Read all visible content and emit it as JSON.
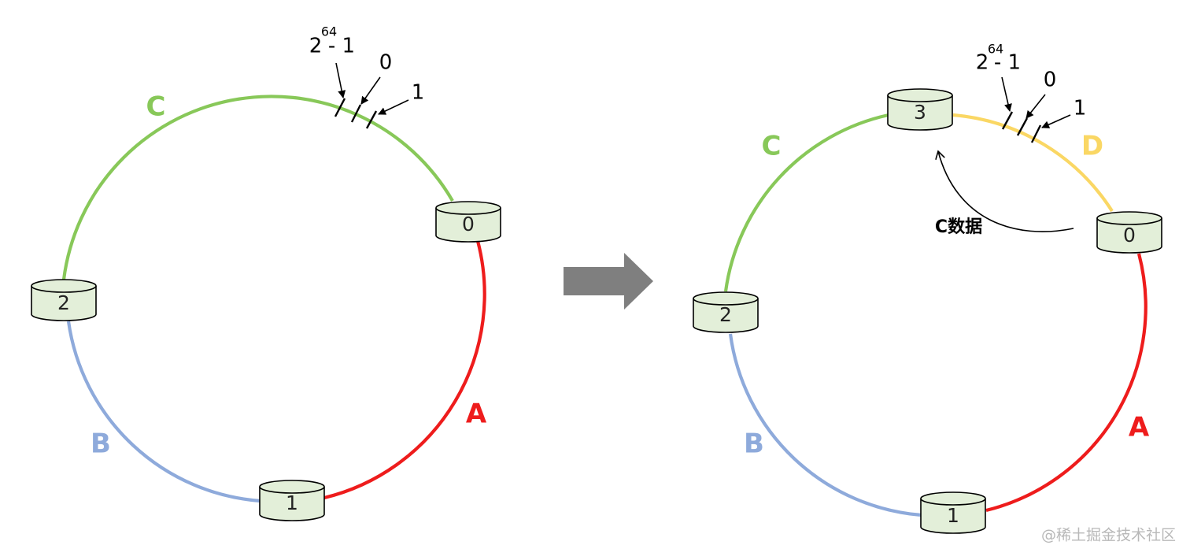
{
  "colors": {
    "A": "#ee1c1c",
    "B": "#8eaadb",
    "C": "#88c859",
    "D": "#fad764",
    "node_fill": "#e3efd9",
    "arrow": "#7f7f7f"
  },
  "left_ring": {
    "segments": {
      "A": "A",
      "B": "B",
      "C": "C"
    },
    "nodes": [
      "0",
      "1",
      "2"
    ],
    "positions": {
      "max_base": "2",
      "max_exp": "64",
      "max_rest": "- 1",
      "zero": "0",
      "one": "1"
    }
  },
  "right_ring": {
    "segments": {
      "A": "A",
      "B": "B",
      "C": "C",
      "D": "D"
    },
    "nodes": [
      "0",
      "1",
      "2",
      "3"
    ],
    "positions": {
      "max_base": "2",
      "max_exp": "64",
      "max_rest": "- 1",
      "zero": "0",
      "one": "1"
    },
    "migration_label": "C数据"
  },
  "transition_arrow_icon": "right-arrow-icon",
  "watermark": "@稀土掘金技术社区"
}
